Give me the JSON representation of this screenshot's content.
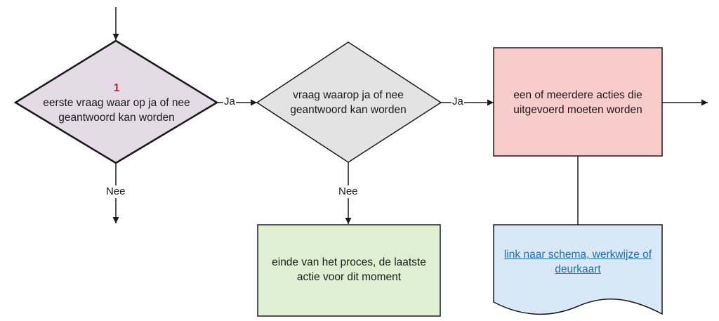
{
  "nodes": {
    "q1": {
      "number": "1",
      "text": "eerste vraag waar op ja of nee geantwoord kan worden"
    },
    "q2": {
      "text": "vraag waarop ja of nee geantwoord kan worden"
    },
    "action": {
      "text": "een of meerdere acties die uitgevoerd moeten worden"
    },
    "end": {
      "text": "einde van het proces, de laatste actie voor dit moment"
    },
    "doc": {
      "link_text": "link naar schema, werkwijze of deurkaart"
    }
  },
  "edges": {
    "q1_yes": "Ja",
    "q1_no": "Nee",
    "q2_yes": "Ja",
    "q2_no": "Nee"
  },
  "colors": {
    "q1_fill": "#e5dbe6",
    "q2_fill": "#e3e3e3",
    "action_fill": "#f9cccc",
    "end_fill": "#dff0d2",
    "doc_fill": "#d9e8f6",
    "stroke": "#1a1a1a",
    "link": "#1f6fb5"
  }
}
